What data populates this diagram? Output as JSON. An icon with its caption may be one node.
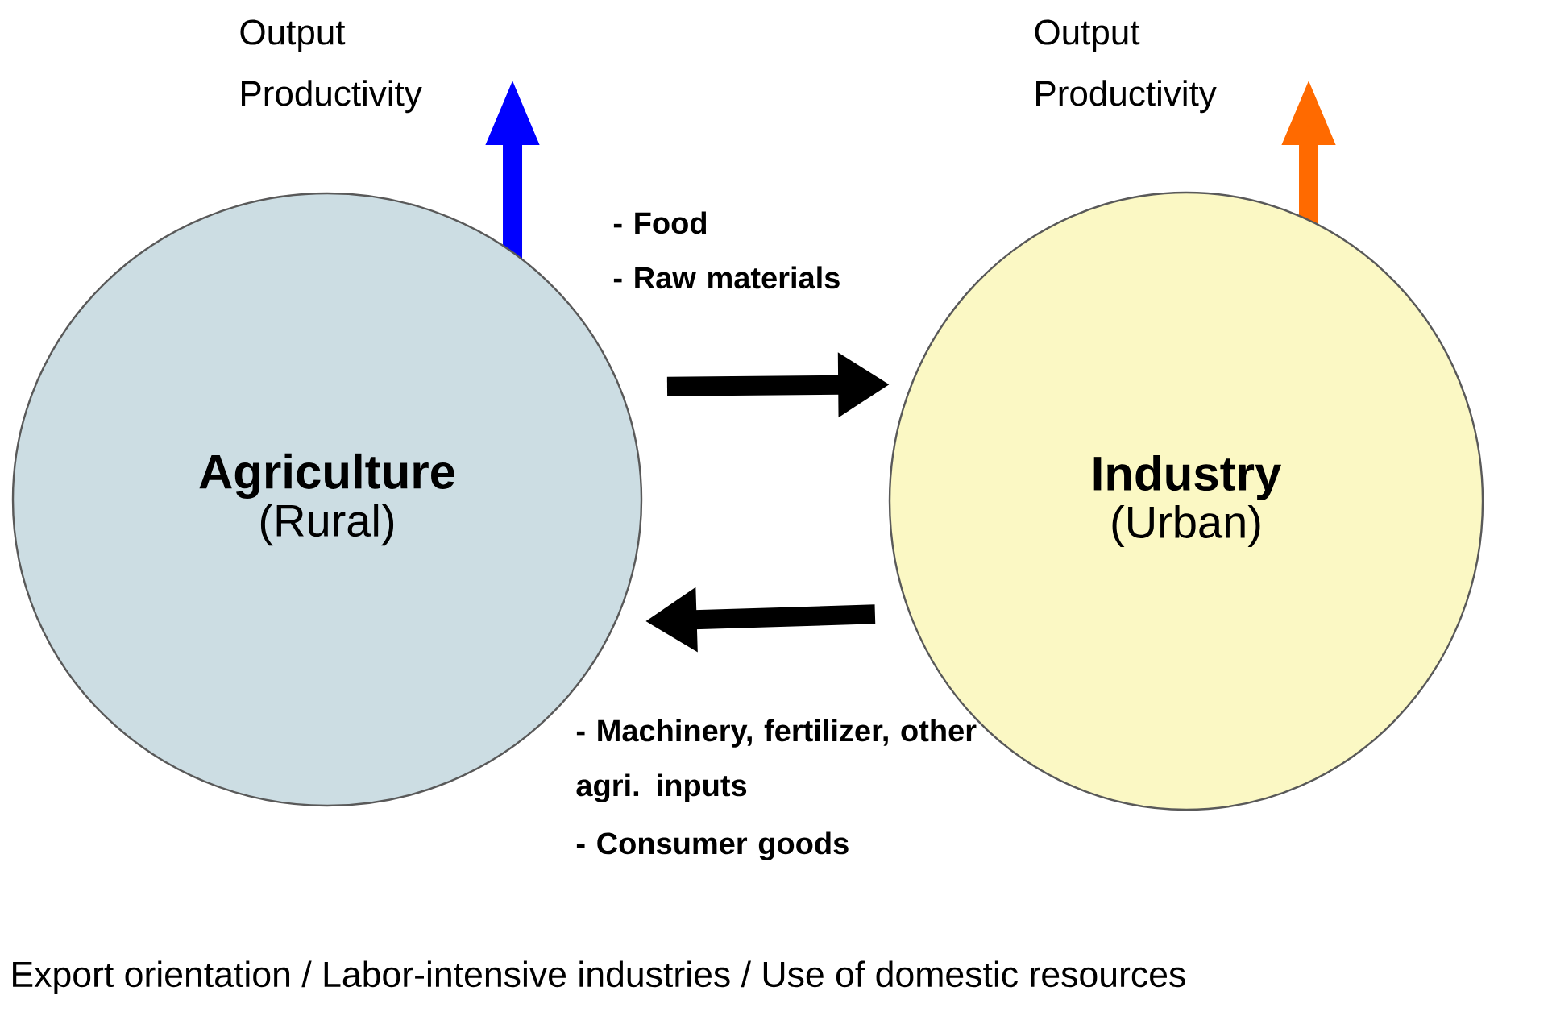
{
  "diagram": {
    "caption": "Export orientation / Labor-intensive industries / Use of domestic resources",
    "nodes": [
      {
        "text": [
          "Agriculture",
          "(Rural)"
        ]
      },
      {
        "text": [
          "Industry",
          "(Urban)"
        ]
      }
    ],
    "edges": [
      {
        "from": 0,
        "to": 1,
        "arrow": "to"
      },
      {
        "from": 1,
        "to": 0,
        "arrow": "to"
      }
    ],
    "labels": [
      "Output Productivity",
      "Output Productivity",
      "- Food",
      "- Raw materials",
      "- Machinery, fertilizer, other agri. inputs",
      "- Consumer goods"
    ]
  }
}
